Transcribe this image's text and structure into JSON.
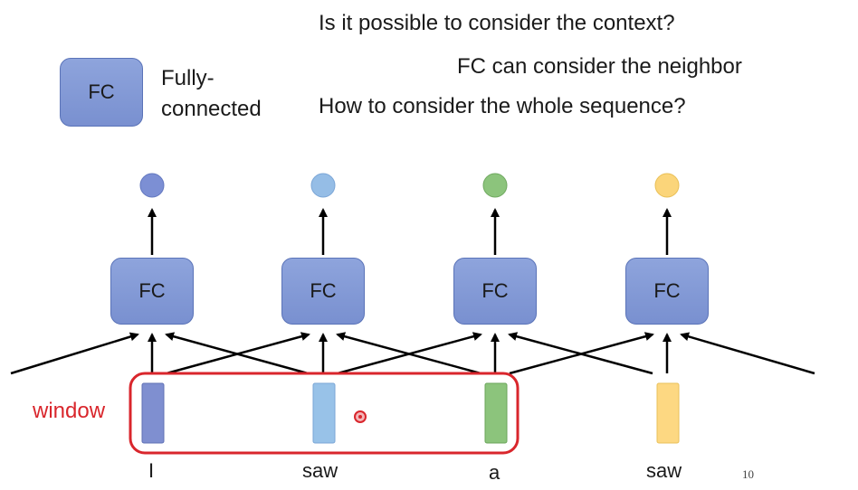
{
  "questions": {
    "q1": "Is it possible to consider the context?",
    "q2": "FC can consider the neighbor",
    "q3": "How to consider the whole sequence?"
  },
  "legend": {
    "box_label": "FC",
    "line1": "Fully-",
    "line2": "connected"
  },
  "fc_label": "FC",
  "window_label": "window",
  "words": [
    "I",
    "saw",
    "a",
    "saw"
  ],
  "page_number": "10",
  "colors": {
    "fc_fill": "#7f97d6",
    "out1": "#7c8fd4",
    "out2": "#95bde6",
    "out3": "#8cc47c",
    "out4": "#fbd57a",
    "vec1": "#7f8fd0",
    "vec2": "#98c2e8",
    "vec3": "#8cc47c",
    "vec4": "#fdd882",
    "window": "#d9262c"
  }
}
